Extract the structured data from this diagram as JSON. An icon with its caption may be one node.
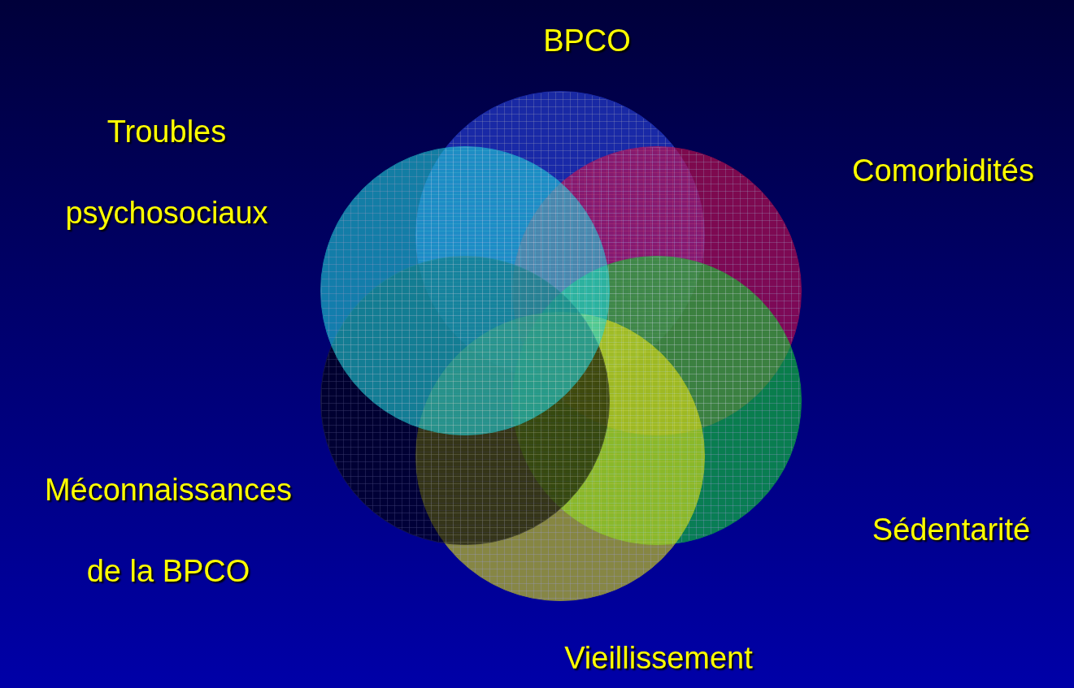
{
  "diagram": {
    "nodes": [
      {
        "text": [
          "BPCO"
        ]
      },
      {
        "text": [
          "Comorbidités"
        ]
      },
      {
        "text": [
          "Sédentarité"
        ]
      },
      {
        "text": [
          "Vieillissement"
        ]
      },
      {
        "text": [
          "Méconnaissances de la BPCO"
        ]
      },
      {
        "text": [
          "Troubles psychosociaux"
        ]
      }
    ]
  }
}
